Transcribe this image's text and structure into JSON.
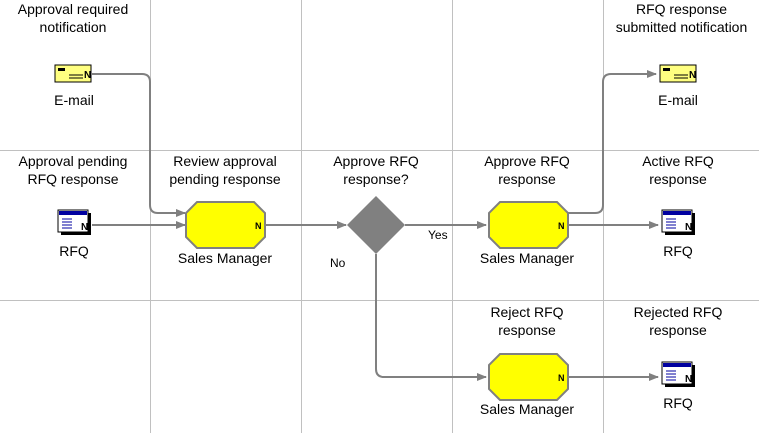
{
  "labels": {
    "approval_required": [
      "Approval required",
      "notification"
    ],
    "email_left": "E-mail",
    "rfq_submitted": [
      "RFQ response",
      "submitted notification"
    ],
    "email_right": "E-mail",
    "approval_pending": [
      "Approval pending",
      "RFQ response"
    ],
    "rfq_left": "RFQ",
    "review_approval": [
      "Review approval",
      "pending response"
    ],
    "sales_manager_review": "Sales Manager",
    "approve_question": [
      "Approve RFQ",
      "response?"
    ],
    "yes": "Yes",
    "no": "No",
    "approve_rfq": [
      "Approve RFQ",
      "response"
    ],
    "sales_manager_approve": "Sales Manager",
    "active_rfq": [
      "Active RFQ",
      "response"
    ],
    "rfq_active": "RFQ",
    "reject_rfq": [
      "Reject RFQ",
      "response"
    ],
    "sales_manager_reject": "Sales Manager",
    "rejected_rfq": [
      "Rejected RFQ",
      "response"
    ],
    "rfq_rejected": "RFQ",
    "node_marker": "N"
  },
  "colors": {
    "activity_fill": "#ffff00",
    "activity_stroke": "#808080",
    "decision_fill": "#808080",
    "envelope_fill": "#ffff80",
    "grid_line": "#c0c0c0",
    "connector": "#808080"
  }
}
